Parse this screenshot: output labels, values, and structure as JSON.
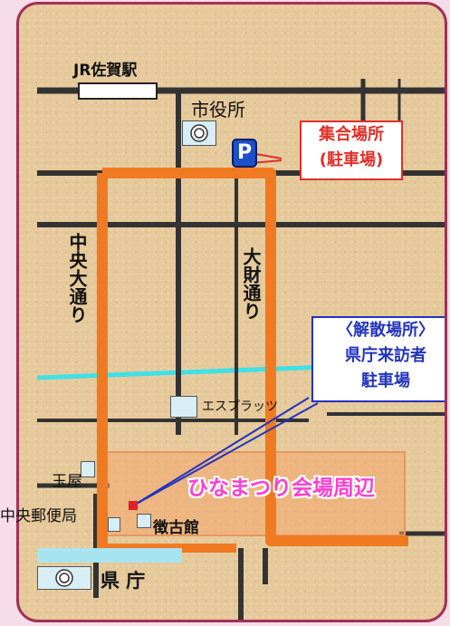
{
  "labels": {
    "station": "JR佐賀駅",
    "city_hall": "市役所",
    "parking": "P",
    "assembly_line1": "集合場所",
    "assembly_line2": "(駐車場)",
    "chuo_street": "中央大通り",
    "taizai_street": "大財通り",
    "dispersal_line1": "〈解散場所〉",
    "dispersal_line2": "県庁来訪者",
    "dispersal_line3": "駐車場",
    "esplatz": "エスプラッツ",
    "tamaya": "玉屋",
    "venue": "ひなまつり会場周辺",
    "post_office": "中央郵便局",
    "chokokan": "徴古館",
    "prefectural_office": "県 庁"
  },
  "colors": {
    "background": "#e5c99a",
    "road": "#333333",
    "route": "#f07a22",
    "assembly_border": "#e0302a",
    "dispersal_border": "#2233c0",
    "venue_text": "#ff3fd0",
    "river": "#40e0e8",
    "frame": "#a0305a"
  }
}
